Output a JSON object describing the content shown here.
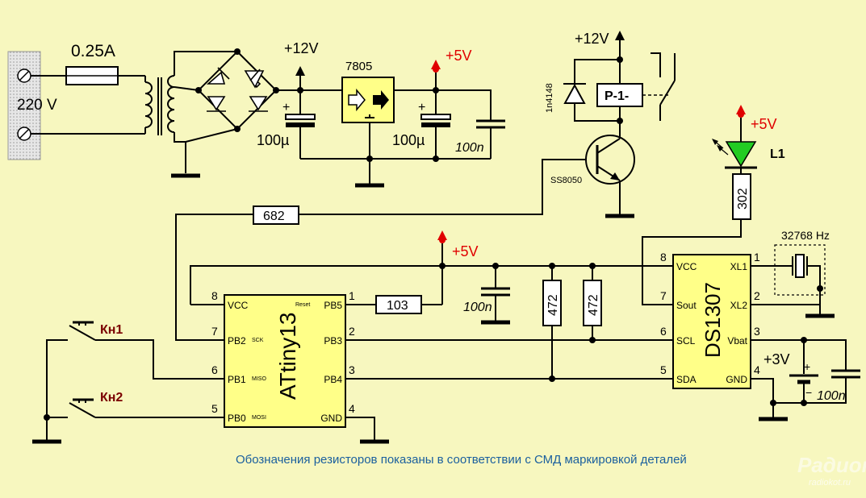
{
  "diagram": {
    "mains": {
      "fuse": "0.25A",
      "voltage": "220 V"
    },
    "rails": {
      "v12_a": "+12V",
      "v12_b": "+12V",
      "v5_a": "+5V",
      "v5_b": "+5V",
      "v5_c": "+5V",
      "v3": "+3V"
    },
    "regulator": "7805",
    "caps": {
      "c1": "100µ",
      "c2": "100µ",
      "c3": "100n",
      "c4": "100n",
      "c5": "100n",
      "plus": "+",
      "minus": "−"
    },
    "relay": {
      "label": "P-1-",
      "diode": "1n4148",
      "transistor": "SS8050"
    },
    "led": "L1",
    "resistors": {
      "r_base": "682",
      "r_reset": "103",
      "r_scl": "472",
      "r_sda": "472",
      "r_led": "302"
    },
    "crystal": "32768 Hz",
    "buttons": {
      "b1": "Кн1",
      "b2": "Кн2"
    },
    "mcu": {
      "name": "ATtiny13",
      "left_pins": [
        {
          "num": "8",
          "name": "VCC",
          "func": ""
        },
        {
          "num": "7",
          "name": "PB2",
          "func": "SCK"
        },
        {
          "num": "6",
          "name": "PB1",
          "func": "MISO"
        },
        {
          "num": "5",
          "name": "PB0",
          "func": "MOSI"
        }
      ],
      "right_pins": [
        {
          "num": "1",
          "name": "PB5",
          "func": "Reset"
        },
        {
          "num": "2",
          "name": "PB3",
          "func": ""
        },
        {
          "num": "3",
          "name": "PB4",
          "func": ""
        },
        {
          "num": "4",
          "name": "GND",
          "func": ""
        }
      ]
    },
    "rtc": {
      "name": "DS1307",
      "left_pins": [
        {
          "num": "8",
          "name": "VCC"
        },
        {
          "num": "7",
          "name": "Sout"
        },
        {
          "num": "6",
          "name": "SCL"
        },
        {
          "num": "5",
          "name": "SDA"
        }
      ],
      "right_pins": [
        {
          "num": "1",
          "name": "XL1"
        },
        {
          "num": "2",
          "name": "XL2"
        },
        {
          "num": "3",
          "name": "Vbat"
        },
        {
          "num": "4",
          "name": "GND"
        }
      ]
    },
    "note": "Обозначения резисторов показаны в соответствии с СМД маркировкой деталей",
    "watermark": {
      "main": "Радиокот",
      "site": "radiokot.ru"
    },
    "colors": {
      "background": "#f7f7bf",
      "chip": "#ffff88",
      "led": "#22cc22",
      "supply_arrow": "#e00000",
      "note": "#1a5f9e",
      "button_label": "#7a0000"
    }
  }
}
